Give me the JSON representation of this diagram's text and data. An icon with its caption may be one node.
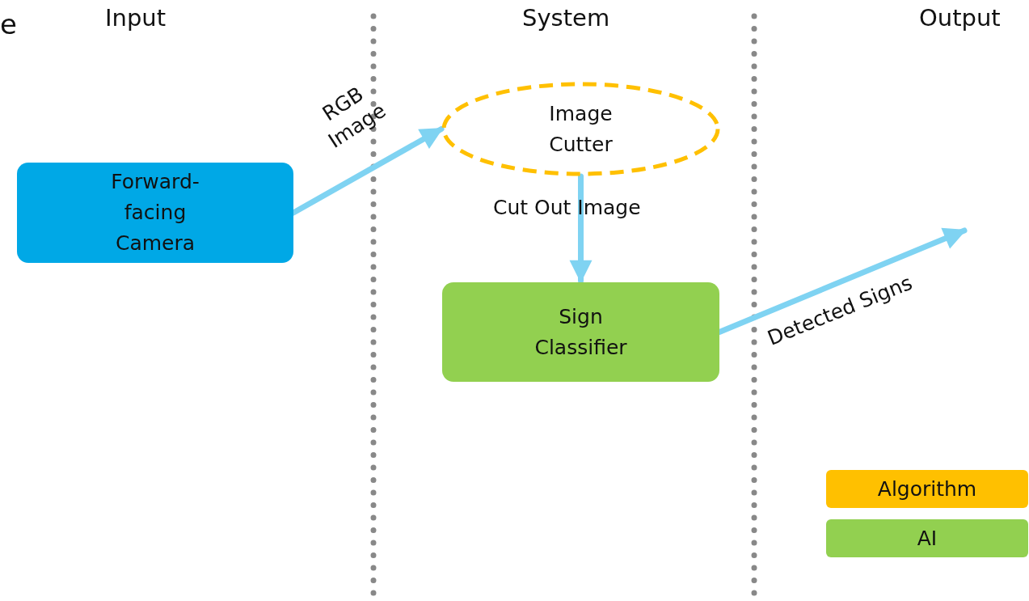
{
  "diagram": {
    "nodes": [
      {
        "text": [
          "Forward-facing Camera"
        ]
      },
      {
        "text": [
          "Image Cutter"
        ]
      },
      {
        "text": [
          "Sign Classifier"
        ]
      }
    ],
    "edges": [
      {
        "from": 0,
        "to": 1,
        "arrow": "to",
        "label": "RGB Image"
      },
      {
        "from": 1,
        "to": 2,
        "arrow": "to",
        "label": "Cut Out Image"
      },
      {
        "from": 2,
        "to": null,
        "arrow": "to",
        "label": "Detected Signs"
      }
    ],
    "labels": [
      "e",
      "Input",
      "System",
      "Output"
    ],
    "legend": [
      {
        "text": "Algorithm",
        "color": "#ffc000"
      },
      {
        "text": "AI",
        "color": "#92d050"
      }
    ]
  }
}
